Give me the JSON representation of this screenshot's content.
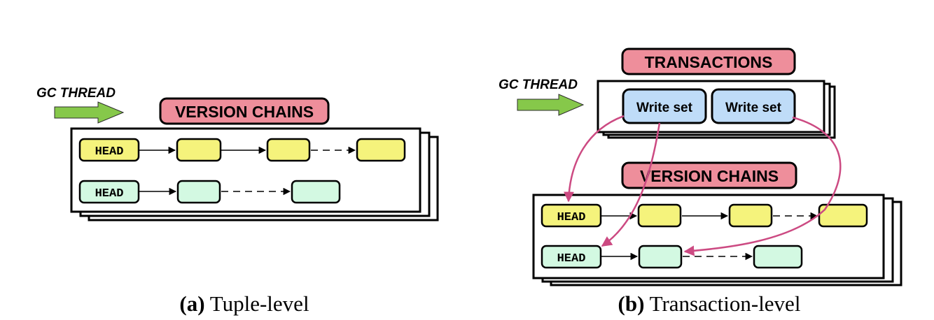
{
  "panels": {
    "a": {
      "gc_thread": "GC THREAD",
      "chains_label": "VERSION CHAINS",
      "head_top": "HEAD",
      "head_bottom": "HEAD",
      "caption_letter": "(a)",
      "caption_text": " Tuple-level"
    },
    "b": {
      "gc_thread": "GC THREAD",
      "transactions_label": "TRANSACTIONS",
      "write_set_1": "Write set",
      "write_set_2": "Write set",
      "chains_label": "VERSION CHAINS",
      "head_top": "HEAD",
      "head_bottom": "HEAD",
      "caption_letter": "(b)",
      "caption_text": " Transaction-level"
    }
  },
  "colors": {
    "yellow": "#f5f37c",
    "mint": "#d3f9e2",
    "pink_label": "#ee8e9b",
    "write_set": "#bfdcf8",
    "green_arrow": "#86c84a",
    "magenta": "#cc4a82"
  }
}
